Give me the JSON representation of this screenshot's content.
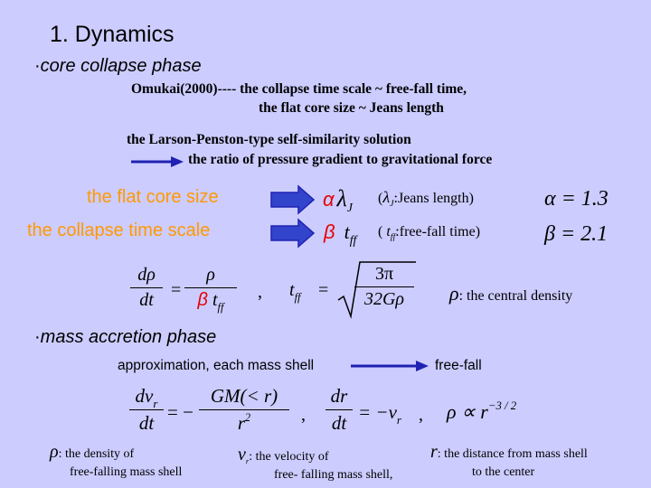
{
  "slide": {
    "title": "1. Dynamics",
    "bullet_glyph": "·",
    "colors": {
      "background": "#CCCCFF",
      "accent_orange": "#FF9900",
      "accent_red": "#E60000",
      "arrow_blue": "#1F22B2"
    }
  },
  "core": {
    "heading": "core collapse phase",
    "omukai_line1": "Omukai(2000)---- the collapse time scale ~ free-fall time,",
    "omukai_line2": "the flat core size ~ Jeans length",
    "larson_line": "the Larson-Penston-type self-similarity solution",
    "ratio_line": "the ratio of pressure gradient to gravitational force",
    "flat_core_label": "the flat core size",
    "collapse_label": "the collapse time scale",
    "alpha_sym": "α",
    "lambda_sym": "λ",
    "lambda_sub": "J",
    "jeans_paren_open": "(",
    "jeans_text": ":Jeans length)",
    "alpha_value": "α = 1.3",
    "beta_sym": "β",
    "t_sym": "t",
    "ff_sub": "ff",
    "freefall_paren_open": "(",
    "freefall_text": ":free-fall time)",
    "beta_value": "β = 2.1",
    "eq1_lhs_num": "dρ",
    "eq1_lhs_den": "dt",
    "eq1_equals": "=",
    "eq1_rhs_num": "ρ",
    "comma": ",",
    "tff_equals": "=",
    "tff_num": "3π",
    "tff_den": "32Gρ",
    "rho_sym": "ρ",
    "rho_desc": ": the central density"
  },
  "mass": {
    "heading": "mass accretion phase",
    "approx_text": "approximation, each mass shell",
    "freefall_text": "free-fall",
    "eq_num_left": "dv",
    "eq_num_sub": "r",
    "eq_den_left": "dt",
    "eq_equals_minus": "= −",
    "eq_num_right": "GM(< r)",
    "eq_den_right": "r",
    "eq_den_right_sup": "2",
    "comma": ",",
    "eq2_num": "dr",
    "eq2_den": "dt",
    "eq2_rhs": "= −v",
    "eq2_rhs_sub": "r",
    "prop": "ρ ∝ r",
    "prop_sup": "−3 / 2",
    "rho_sym": "ρ",
    "rho_desc1": ": the density of",
    "rho_desc2": "free-falling mass shell",
    "v_sym": "v",
    "v_sub": "r",
    "v_desc1": ": the velocity of",
    "v_desc2": "free- falling mass shell,",
    "r_sym": "r",
    "r_desc1": ": the distance from mass shell",
    "r_desc2": "to the center"
  }
}
